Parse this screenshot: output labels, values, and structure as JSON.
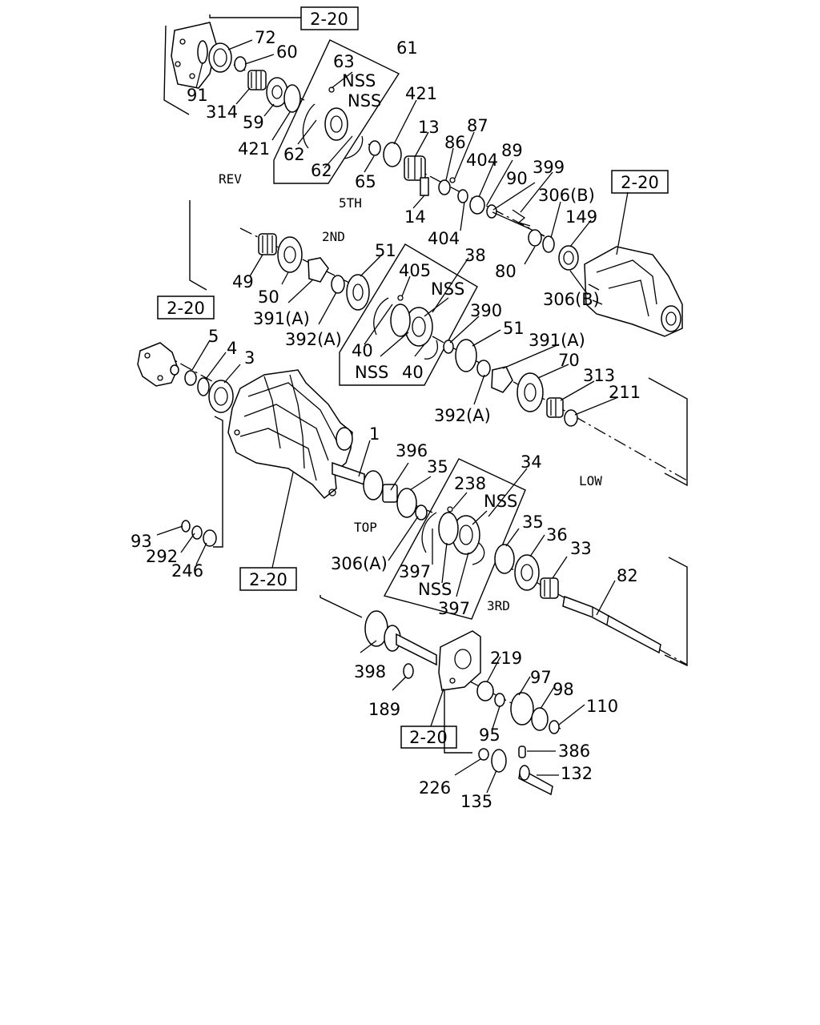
{
  "labels": {
    "l72": "72",
    "l60": "60",
    "l91": "91",
    "l314": "314",
    "l59": "59",
    "l421a": "421",
    "l61": "61",
    "l63": "63",
    "lnss1": "NSS",
    "lnss2": "NSS",
    "l62a": "62",
    "l62b": "62",
    "l65": "65",
    "l421b": "421",
    "l13": "13",
    "l87": "87",
    "l86": "86",
    "l89": "89",
    "l404a": "404",
    "l90": "90",
    "l399": "399",
    "l14": "14",
    "l404b": "404",
    "l306b1": "306(B)",
    "l149": "149",
    "l80": "80",
    "l306b2": "306(B)",
    "l49": "49",
    "l50": "50",
    "l51a": "51",
    "l38": "38",
    "l405": "405",
    "lnss3": "NSS",
    "l391a1": "391(A)",
    "l392a1": "392(A)",
    "l40a": "40",
    "lnss4": "NSS",
    "l40b": "40",
    "l390": "390",
    "l51b": "51",
    "l391a2": "391(A)",
    "l70": "70",
    "l313": "313",
    "l211": "211",
    "l392a2": "392(A)",
    "l5": "5",
    "l4": "4",
    "l3": "3",
    "l1": "1",
    "l396": "396",
    "l35a": "35",
    "l34": "34",
    "l238": "238",
    "lnss5": "NSS",
    "l35b": "35",
    "l36": "36",
    "l33": "33",
    "l82": "82",
    "l93": "93",
    "l292": "292",
    "l246": "246",
    "l306a": "306(A)",
    "l397a": "397",
    "lnss6": "NSS",
    "l397b": "397",
    "l398": "398",
    "l219": "219",
    "l97": "97",
    "l98": "98",
    "l110": "110",
    "l189": "189",
    "l95": "95",
    "l386": "386",
    "l132": "132",
    "l226": "226",
    "l135": "135"
  },
  "refs": {
    "r1": "2-20",
    "r2": "2-20",
    "r3": "2-20",
    "r4": "2-20",
    "r5": "2-20"
  },
  "notes": {
    "rev": "REV",
    "fifth": "5TH",
    "second": "2ND",
    "low": "LOW",
    "top": "TOP",
    "third": "3RD"
  }
}
